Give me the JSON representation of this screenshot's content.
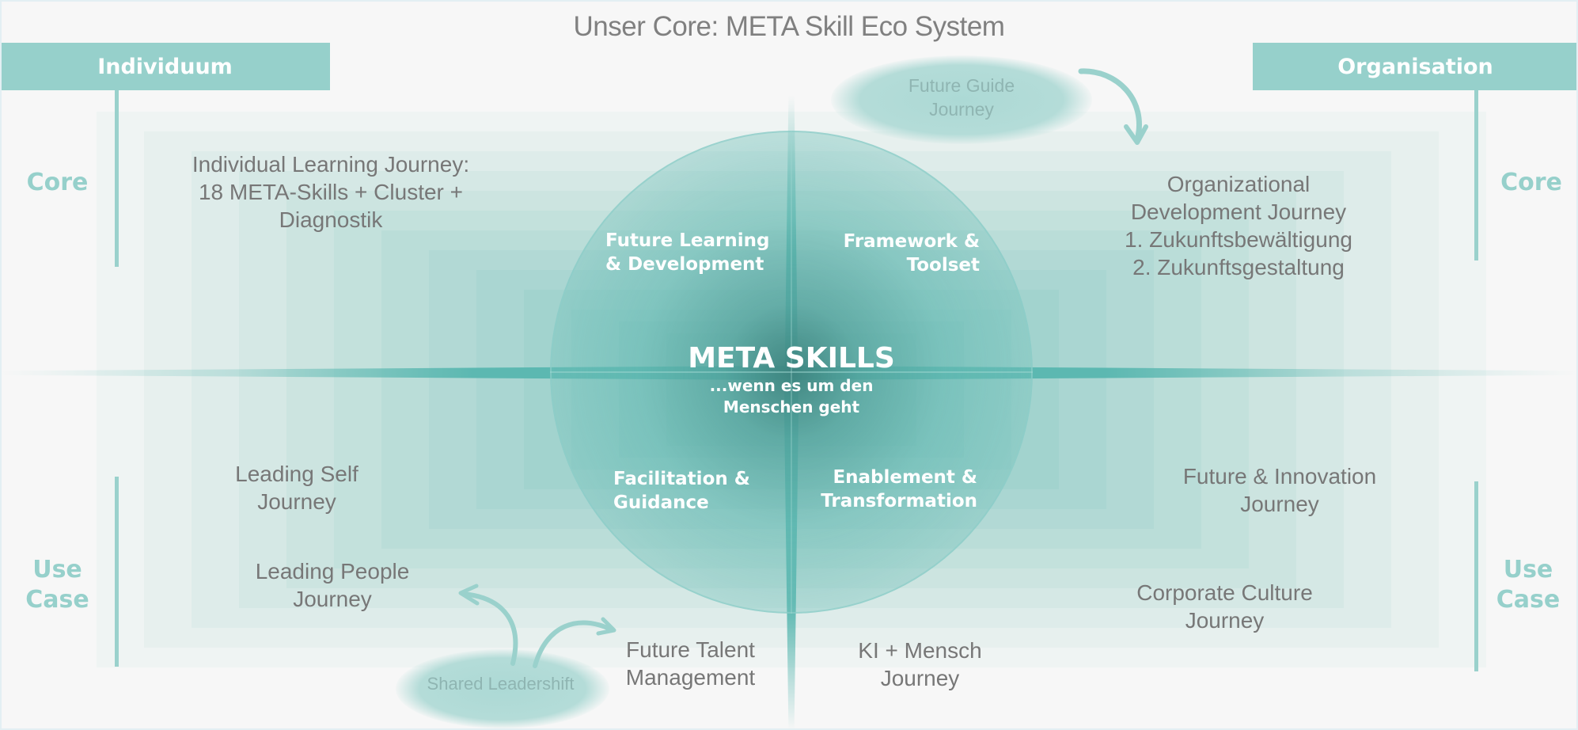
{
  "title": "Unser Core: META Skill Eco System",
  "headers": {
    "left": "Individuum",
    "right": "Organisation"
  },
  "side_labels": {
    "left_core": "Core",
    "right_core": "Core",
    "left_use_case": [
      "Use",
      "Case"
    ],
    "right_use_case": [
      "Use",
      "Case"
    ]
  },
  "center": {
    "title": "META SKILLS",
    "subtitle_line1": "...wenn es um den",
    "subtitle_line2": "Menschen geht"
  },
  "quadrants": {
    "top_left": [
      "Future Learning",
      "& Development"
    ],
    "top_right": [
      "Framework &",
      "Toolset"
    ],
    "bottom_left": [
      "Facilitation &",
      "Guidance"
    ],
    "bottom_right": [
      "Enablement &",
      "Transformation"
    ]
  },
  "journeys": {
    "individual_learning": [
      "Individual Learning Journey:",
      "18 META-Skills + Cluster +",
      "Diagnostik"
    ],
    "organizational_development": [
      "Organizational",
      "Development Journey",
      "1. Zukunftsbewältigung",
      "2. Zukunftsgestaltung"
    ],
    "leading_self": [
      "Leading Self",
      "Journey"
    ],
    "leading_people": [
      "Leading People",
      "Journey"
    ],
    "future_talent": [
      "Future Talent",
      "Management"
    ],
    "ki_mensch": [
      "KI + Mensch",
      "Journey"
    ],
    "future_innovation": [
      "Future & Innovation",
      "Journey"
    ],
    "corporate_culture": [
      "Corporate Culture",
      "Journey"
    ]
  },
  "bubbles": {
    "future_guide": [
      "Future Guide",
      "Journey"
    ],
    "shared_leadershift": "Shared Leadershift"
  },
  "colors": {
    "accent": "#96d0cb",
    "teal_dark": "#5cb8b1",
    "text_gray": "#777777",
    "background": "#f7f7f7"
  }
}
